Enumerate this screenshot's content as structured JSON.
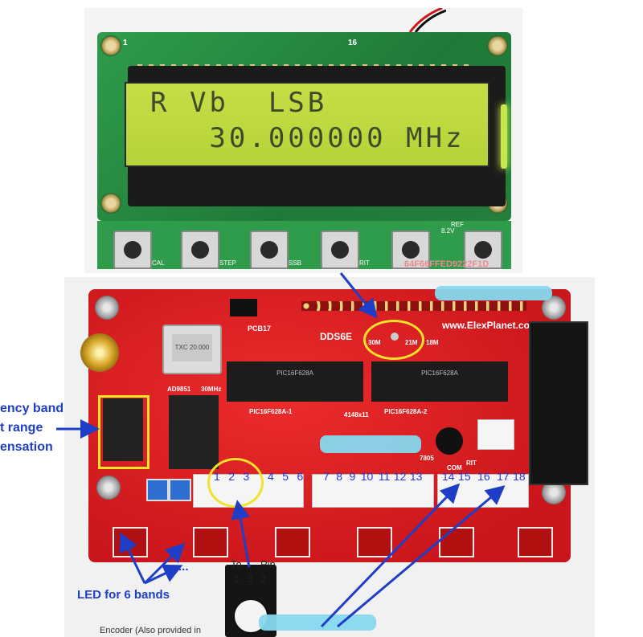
{
  "lcd": {
    "line1": "R Vb  LSB",
    "line2": "   30.000000 MHz",
    "pin_first": "1",
    "pin_last": "16",
    "serial": "64F66FFED9222F1D",
    "buttons": [
      "CAL",
      "STEP",
      "SSB",
      "RIT",
      "",
      ""
    ],
    "small_labels": [
      "8.2V",
      "REF"
    ]
  },
  "board": {
    "model": "DDS6E",
    "website": "www.ElexPlanet.com",
    "chips": [
      "PIC16F628A",
      "PIC16F628A"
    ],
    "chip_labels": [
      "PIC16F628A-1",
      "PIC16F628A-2"
    ],
    "dds_chip": "AD9851",
    "osc_label": "30MHz",
    "crystal": "TXC 20.000",
    "jumper_labels": [
      "30M",
      "21M",
      "18M"
    ],
    "misc_labels": [
      "PCB17",
      "4148x11",
      "7805",
      "RIT",
      "COM"
    ]
  },
  "annotations": {
    "band_text": [
      "ency band",
      "t range",
      "ensation"
    ],
    "led_label": "LED for 6 bands",
    "ellipsis": "...",
    "to_pin": "To",
    "pin": "Pin",
    "encoder_pins": [
      "1",
      "3",
      "2"
    ],
    "encoder_caption": "Encoder (Also provided in",
    "connector_groups": [
      [
        "1",
        "2",
        "3",
        "4",
        "5",
        "6"
      ],
      [
        "7",
        "8",
        "9",
        "10",
        "11",
        "12",
        "13"
      ],
      [
        "14",
        "15",
        "16",
        "17",
        "18"
      ]
    ]
  },
  "colors": {
    "annotation_blue": "#1f3ec8",
    "highlight_yellow": "#f2e22a",
    "pcb_red": "#d91a20",
    "pcb_green": "#2f9c4b",
    "lcd_backlight": "#c2da40"
  }
}
